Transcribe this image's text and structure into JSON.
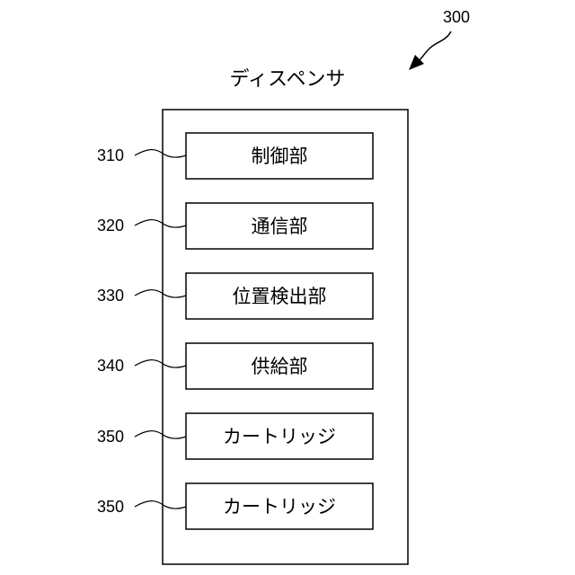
{
  "diagram": {
    "ref_number": "300",
    "title": "ディスペンサ",
    "components": [
      {
        "ref": "310",
        "label": "制御部"
      },
      {
        "ref": "320",
        "label": "通信部"
      },
      {
        "ref": "330",
        "label": "位置検出部"
      },
      {
        "ref": "340",
        "label": "供給部"
      },
      {
        "ref": "350",
        "label": "カートリッジ"
      },
      {
        "ref": "350",
        "label": "カートリッジ"
      }
    ]
  }
}
